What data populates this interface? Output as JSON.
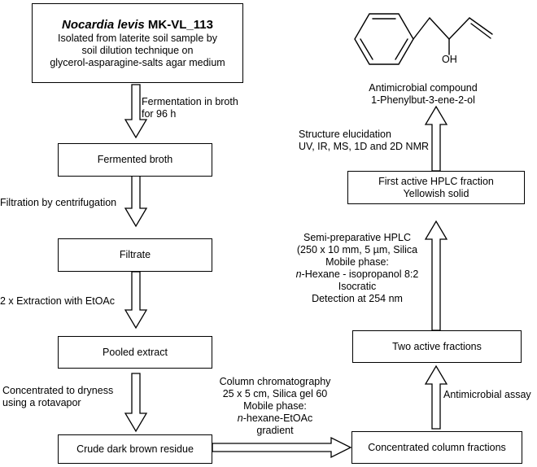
{
  "boxes": {
    "organism": {
      "name_italic": "Nocardia levis",
      "name_strain": "MK-VL_113",
      "lines": [
        "Isolated from laterite soil sample by",
        "soil dilution technique on",
        "glycerol-asparagine-salts agar medium"
      ]
    },
    "fermented_broth": "Fermented broth",
    "filtrate": "Filtrate",
    "pooled_extract": "Pooled extract",
    "crude_residue": "Crude dark brown residue",
    "concentrated_fractions": "Concentrated column fractions",
    "two_active_fractions": "Two active fractions",
    "first_active_hplc": [
      "First active HPLC fraction",
      "Yellowish solid"
    ]
  },
  "steps": {
    "fermentation": [
      "Fermentation in broth",
      "for 96 h"
    ],
    "filtration": "Filtration by centrifugation",
    "extraction": "2 x Extraction with EtOAc",
    "concentration": [
      "Concentrated to dryness",
      "using a rotavapor"
    ],
    "column": {
      "l1": "Column chromatography",
      "l2": "25 x 5 cm, Silica gel 60",
      "l3": "Mobile phase:",
      "l4_italic": "n",
      "l4_rest": "-hexane-EtOAc",
      "l5": "gradient"
    },
    "assay": "Antimicrobial assay",
    "hplc": {
      "l1": "Semi-preparative HPLC",
      "l2": "(250 x 10 mm, 5 µm, Silica",
      "l3": "Mobile phase:",
      "l4_italic": "n",
      "l4_rest": "-Hexane - isopropanol 8:2",
      "l5": "Isocratic",
      "l6": "Detection at 254 nm"
    },
    "structure": [
      "Structure elucidation",
      "UV, IR, MS, 1D and 2D NMR"
    ]
  },
  "compound": {
    "oh_label": "OH",
    "caption": [
      "Antimicrobial compound",
      "1-Phenylbut-3-ene-2-ol"
    ]
  }
}
